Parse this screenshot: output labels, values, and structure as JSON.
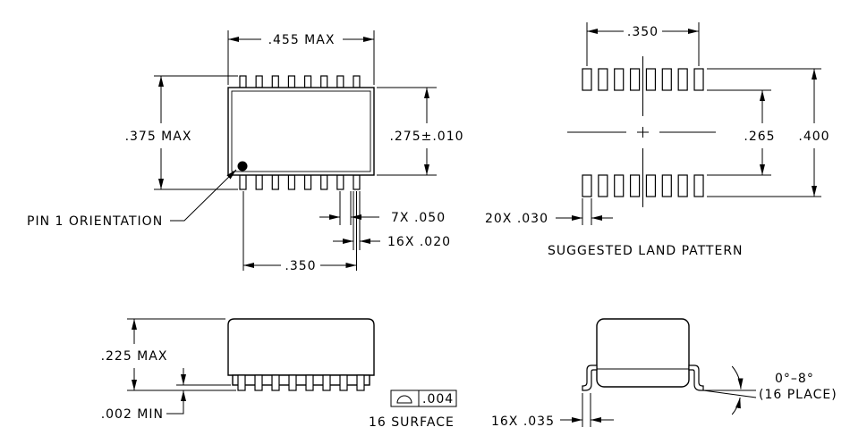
{
  "top_view": {
    "overall_length": ".455 MAX",
    "overall_width": ".375 MAX",
    "body_width": ".275±.010",
    "pin1_label": "PIN 1 ORIENTATION",
    "pitch": "7X .050",
    "lead_width": "16X .020",
    "row_span": ".350"
  },
  "land_pattern": {
    "pad_span": ".350",
    "inner_spacing": ".265",
    "outer_spacing": ".400",
    "pad_width": "20X .030",
    "caption": "SUGGESTED LAND PATTERN"
  },
  "side_view": {
    "height": ".225 MAX",
    "standoff": ".002 MIN",
    "coplanarity": ".004",
    "coplanarity_note": "16 SURFACE"
  },
  "end_view": {
    "foot_length": "16X .035",
    "lead_angle": "0°–8°",
    "lead_angle_note": "(16 PLACE)"
  },
  "colors": {
    "line": "#000000",
    "background": "#ffffff"
  }
}
